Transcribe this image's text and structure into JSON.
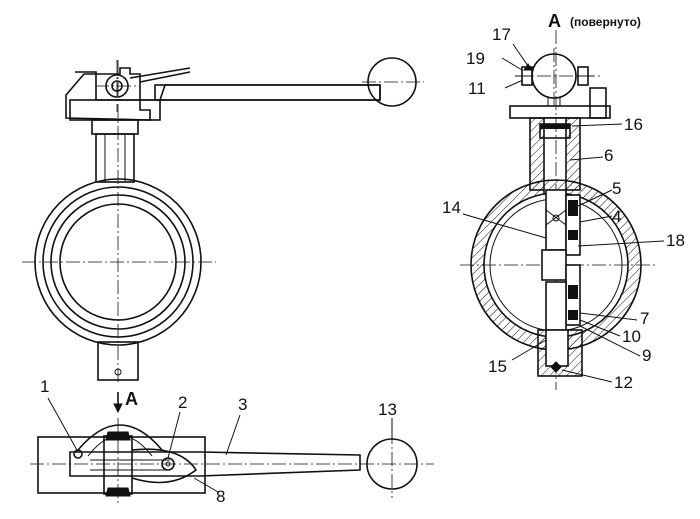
{
  "view_title": {
    "letter": "A",
    "note": "(повернуто)"
  },
  "arrow_label": "A",
  "callouts": {
    "c1": "1",
    "c2": "2",
    "c3": "3",
    "c4": "4",
    "c5": "5",
    "c6": "6",
    "c7": "7",
    "c8": "8",
    "c9": "9",
    "c10": "10",
    "c11": "11",
    "c12": "12",
    "c13": "13",
    "c14": "14",
    "c15": "15",
    "c16": "16",
    "c17": "17",
    "c18": "18",
    "c19": "19"
  }
}
